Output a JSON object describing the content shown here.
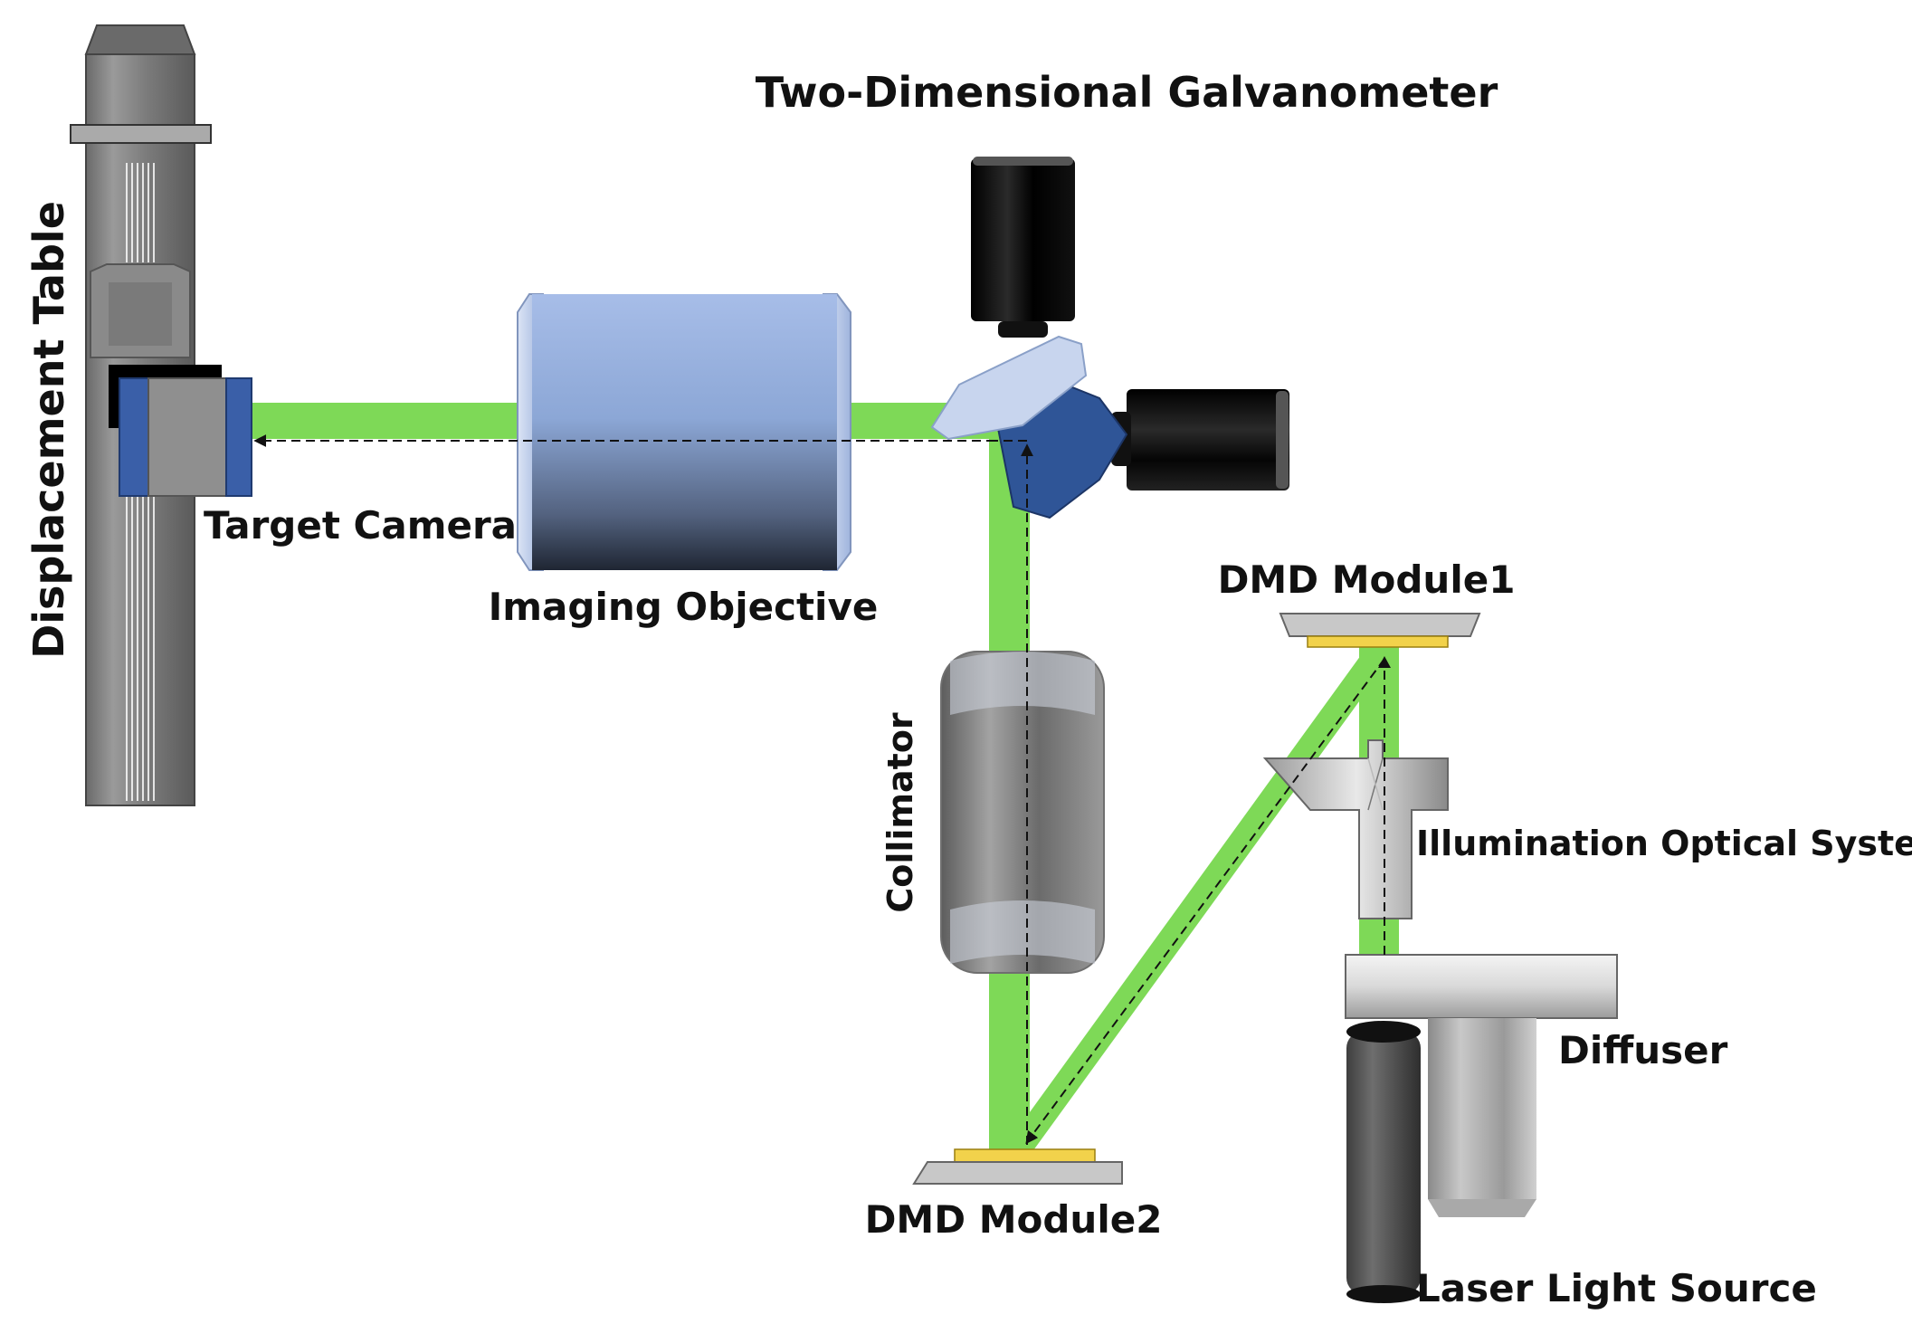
{
  "labels": {
    "galvanometer": "Two-Dimensional Galvanometer",
    "displacement_table": "Displacement Table",
    "target_camera": "Target Camera",
    "imaging_objective": "Imaging Objective",
    "dmd_module1": "DMD Module1",
    "illumination_optical_system": "Illumination Optical System",
    "collimator": "Collimator",
    "diffuser": "Diffuser",
    "dmd_module2": "DMD Module2",
    "laser_light_source": "Laser Light Source"
  },
  "colors": {
    "beam": "#7ed957",
    "dmd_mirror": "#f2d24b",
    "galvo_mirror_blue": "#2f5597",
    "objective_blue": "#8faadc",
    "camera_blue": "#3a5fa8"
  }
}
